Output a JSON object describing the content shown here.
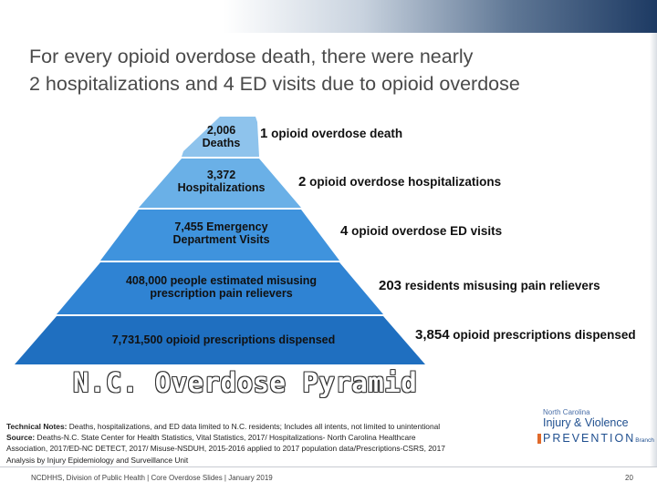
{
  "title": {
    "line1": "For every opioid overdose death, there were nearly",
    "line2": "2 hospitalizations and 4 ED visits due to opioid overdose"
  },
  "pyramid": {
    "caption": "N.C. Overdose Pyramid",
    "colors": [
      "#8ec3ec",
      "#6ab0e7",
      "#3f93dd",
      "#2f83d3",
      "#1f6fc0"
    ],
    "tiers": [
      {
        "line1": "2,006",
        "line2": "Deaths",
        "right_num": "1",
        "right_text": " opioid overdose death"
      },
      {
        "line1": "3,372",
        "line2": "Hospitalizations",
        "right_num": "2",
        "right_text": " opioid overdose hospitalizations"
      },
      {
        "line1": "7,455 Emergency",
        "line2": "Department Visits",
        "right_num": "4",
        "right_text": " opioid overdose ED visits"
      },
      {
        "line1": "408,000 people estimated misusing",
        "line2": "prescription pain relievers",
        "right_num": "203",
        "right_text": " residents misusing pain relievers"
      },
      {
        "line1": "7,731,500 opioid prescriptions dispensed",
        "line2": "",
        "right_num": "3,854",
        "right_text": " opioid prescriptions dispensed"
      }
    ]
  },
  "notes": {
    "technical_label": "Technical Notes:",
    "technical_text": " Deaths, hospitalizations, and ED data limited to N.C. residents; Includes all intents, not limited to unintentional",
    "source_label": "Source:",
    "source_line1": " Deaths-N.C. State Center for Health Statistics, Vital Statistics, 2017/ Hospitalizations- North Carolina Healthcare",
    "source_line2": "Association, 2017/ED-NC DETECT, 2017/ Misuse-NSDUH, 2015-2016 applied to 2017 population data/Prescriptions-CSRS, 2017",
    "source_line3": "Analysis by Injury Epidemiology and Surveillance Unit"
  },
  "logo": {
    "line1": "North Carolina",
    "line2": "Injury & Violence",
    "line3": "PREVENTION",
    "line3_small": "Branch"
  },
  "footer": {
    "text": "NCDHHS, Division of Public Health | Core Overdose Slides | January 2019",
    "page": "20"
  }
}
